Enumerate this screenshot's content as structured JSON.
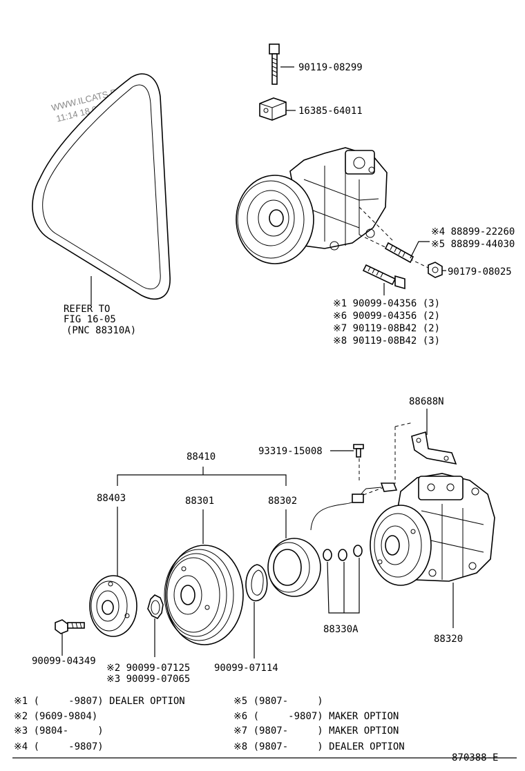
{
  "watermark": {
    "site": "WWW.ILCATS.RU",
    "timestamp": "11:14 18.01.2026"
  },
  "belt_note": {
    "line1": "REFER TO",
    "line2": "FIG 16-05",
    "line3": "(PNC 88310A)"
  },
  "top_parts": {
    "bolt_top": "90119-08299",
    "block": "16385-64011",
    "stud_4": "※4 88899-22260",
    "stud_5": "※5 88899-44030",
    "nut": "90179-08025",
    "bolt_1": "※1 90099-04356 (3)",
    "bolt_6": "※6 90099-04356 (2)",
    "bolt_7": "※7 90119-08B42 (2)",
    "bolt_8": "※8 90119-08B42 (3)"
  },
  "bottom_parts": {
    "bracket": "88688N",
    "screw": "93319-15008",
    "clutch_assy": "88410",
    "hub": "88403",
    "pulley": "88301",
    "stator": "88302",
    "shims": "88330A",
    "compressor": "88320",
    "hub_bolt": "90099-04349",
    "washer_2": "※2 90099-07125",
    "washer_3": "※3 90099-07065",
    "snap_ring": "90099-07114"
  },
  "legend": {
    "l1": "※1 (     -9807) DEALER OPTION",
    "l2": "※2 (9609-9804)",
    "l3": "※3 (9804-     )",
    "l4": "※4 (     -9807)",
    "r5": "※5 (9807-     )",
    "r6": "※6 (     -9807) MAKER OPTION",
    "r7": "※7 (9807-     ) MAKER OPTION",
    "r8": "※8 (9807-     ) DEALER OPTION"
  },
  "figure_code": "870388-E"
}
